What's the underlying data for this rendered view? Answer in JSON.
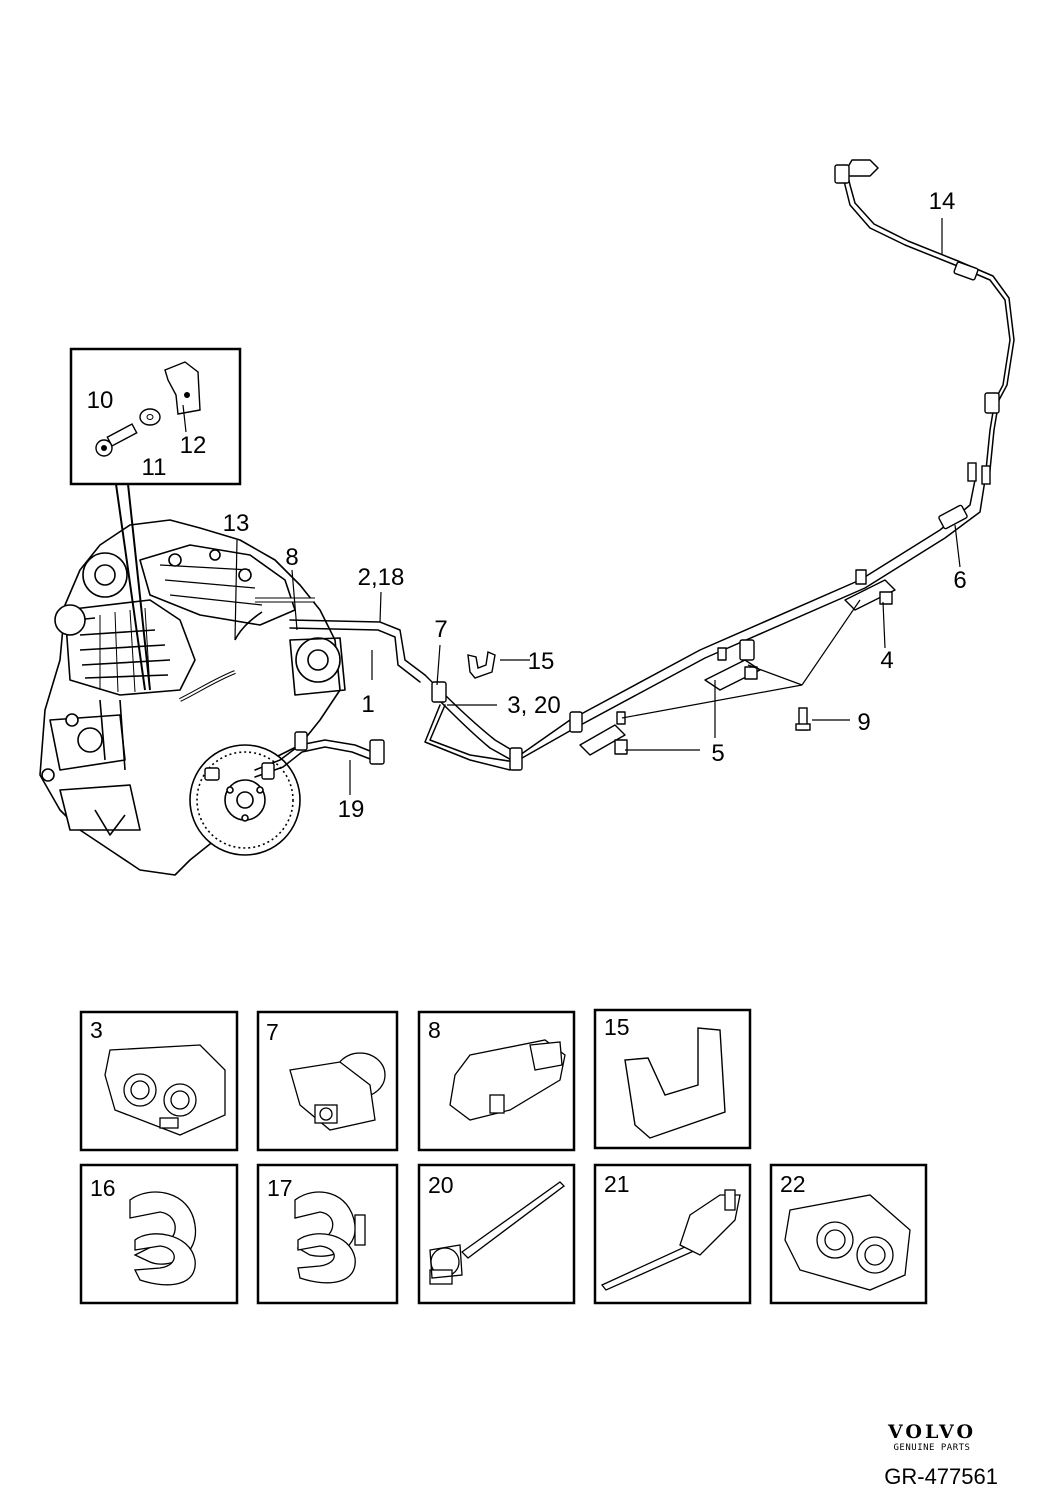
{
  "labels": {
    "l1": "1",
    "l2_18": "2,18",
    "l3_20": "3, 20",
    "l4": "4",
    "l5": "5",
    "l6": "6",
    "l7": "7",
    "l8": "8",
    "l9": "9",
    "l10": "10",
    "l11": "11",
    "l12": "12",
    "l13": "13",
    "l14": "14",
    "l15": "15",
    "l19": "19"
  },
  "tiles": [
    {
      "label": "3"
    },
    {
      "label": "7"
    },
    {
      "label": "8"
    },
    {
      "label": "15"
    },
    {
      "label": "16"
    },
    {
      "label": "17"
    },
    {
      "label": "20"
    },
    {
      "label": "21"
    },
    {
      "label": "22"
    }
  ],
  "brand": {
    "name": "VOLVO",
    "subtitle": "GENUINE PARTS"
  },
  "reference": "GR-477561"
}
